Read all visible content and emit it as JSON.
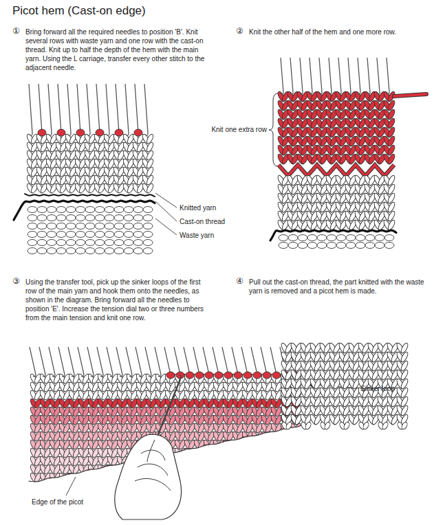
{
  "diagram": {
    "title": "Picot hem (Cast-on edge)",
    "labels": [
      "①",
      "Bring forward all the required needles to position 'B'. Knit several rows with waste yarn and one row with the cast-on thread. Knit up to half the depth of the hem with the main yarn. Using the L carriage, transfer every other stitch to the adjacent needle.",
      "②",
      "Knit the other half of the hem and one more row.",
      "Knit one extra row",
      "Knitted yarn",
      "Cast-on thread",
      "Waste yarn",
      "③",
      "Using the transfer tool, pick up the sinker loops of the first row of the main yarn and hook them onto the needles, as shown in the diagram. Bring forward all the needles to position 'E'. Increase the tension dial two or three numbers from the main tension and knit one row.",
      "Sinker loop",
      "Edge of the picot",
      "④",
      "Pull out the cast-on thread, the part knitted with the waste yarn is removed and a picot hem is made."
    ]
  }
}
